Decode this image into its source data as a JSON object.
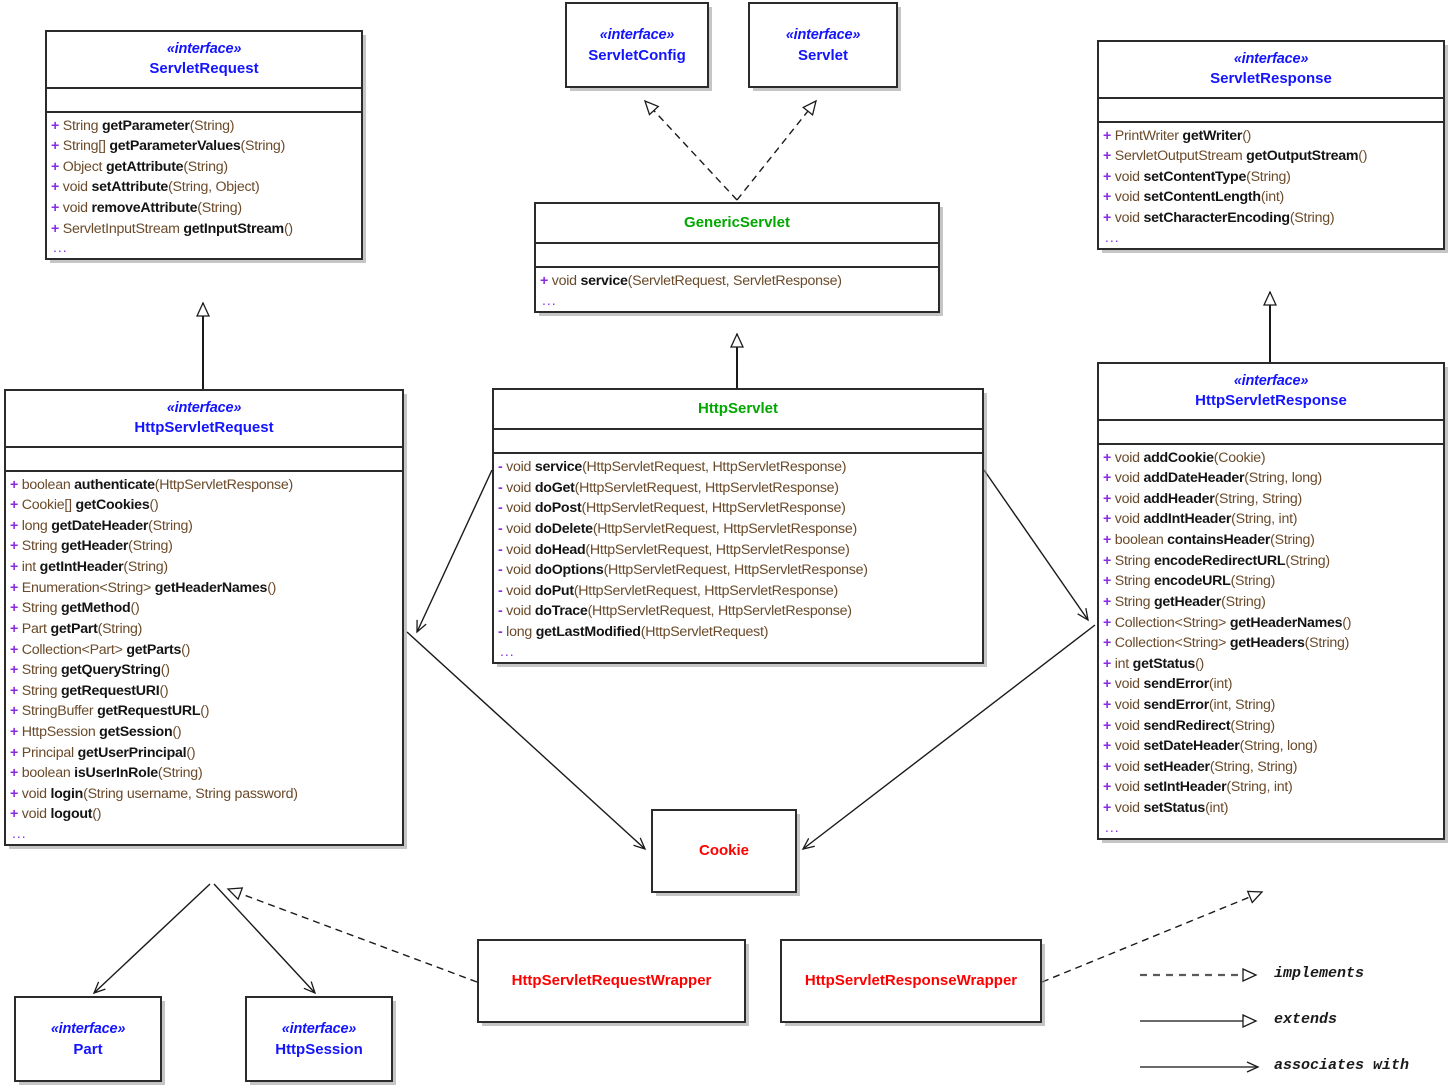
{
  "diagram": {
    "title": "Servlet API UML class diagram",
    "colors": {
      "interface_blue": "#1414ff",
      "class_green": "#00a800",
      "class_red": "#ff0000",
      "operation_text": "#6a4a2a",
      "member_name": "#141414",
      "visibility": "#8a2be2",
      "box_border": "#2b2b2b",
      "background": "#ffffff"
    },
    "stereotype": "«interface»",
    "ellipsis": "..."
  },
  "classes": {
    "servlet_request": {
      "stereotype": "«interface»",
      "name": "ServletRequest",
      "kind": "interface",
      "attributes": [],
      "operations": [
        {
          "vis": "+",
          "ret": "String",
          "name": "getParameter",
          "args": "(String)"
        },
        {
          "vis": "+",
          "ret": "String[]",
          "name": "getParameterValues",
          "args": "(String)"
        },
        {
          "vis": "+",
          "ret": "Object",
          "name": "getAttribute",
          "args": "(String)"
        },
        {
          "vis": "+",
          "ret": "void",
          "name": "setAttribute",
          "args": "(String, Object)"
        },
        {
          "vis": "+",
          "ret": "void",
          "name": "removeAttribute",
          "args": "(String)"
        },
        {
          "vis": "+",
          "ret": "ServletInputStream",
          "name": "getInputStream",
          "args": "()"
        }
      ]
    },
    "http_servlet_request": {
      "stereotype": "«interface»",
      "name": "HttpServletRequest",
      "kind": "interface",
      "attributes": [],
      "operations": [
        {
          "vis": "+",
          "ret": "boolean",
          "name": "authenticate",
          "args": "(HttpServletResponse)"
        },
        {
          "vis": "+",
          "ret": "Cookie[]",
          "name": "getCookies",
          "args": "()"
        },
        {
          "vis": "+",
          "ret": "long",
          "name": "getDateHeader",
          "args": "(String)"
        },
        {
          "vis": "+",
          "ret": "String",
          "name": "getHeader",
          "args": "(String)"
        },
        {
          "vis": "+",
          "ret": "int",
          "name": "getIntHeader",
          "args": "(String)"
        },
        {
          "vis": "+",
          "ret": "Enumeration<String>",
          "name": "getHeaderNames",
          "args": "()"
        },
        {
          "vis": "+",
          "ret": "String",
          "name": "getMethod",
          "args": "()"
        },
        {
          "vis": "+",
          "ret": "Part",
          "name": "getPart",
          "args": "(String)"
        },
        {
          "vis": "+",
          "ret": "Collection<Part>",
          "name": "getParts",
          "args": "()"
        },
        {
          "vis": "+",
          "ret": "String",
          "name": "getQueryString",
          "args": "()"
        },
        {
          "vis": "+",
          "ret": "String",
          "name": "getRequestURI",
          "args": "()"
        },
        {
          "vis": "+",
          "ret": "StringBuffer",
          "name": "getRequestURL",
          "args": "()"
        },
        {
          "vis": "+",
          "ret": "HttpSession",
          "name": "getSession",
          "args": "()"
        },
        {
          "vis": "+",
          "ret": "Principal",
          "name": "getUserPrincipal",
          "args": "()"
        },
        {
          "vis": "+",
          "ret": "boolean",
          "name": "isUserInRole",
          "args": "(String)"
        },
        {
          "vis": "+",
          "ret": "void",
          "name": "login",
          "args": "(String username, String password)"
        },
        {
          "vis": "+",
          "ret": "void",
          "name": "logout",
          "args": "()"
        }
      ]
    },
    "servlet_config": {
      "stereotype": "«interface»",
      "name": "ServletConfig",
      "kind": "interface"
    },
    "servlet": {
      "stereotype": "«interface»",
      "name": "Servlet",
      "kind": "interface"
    },
    "generic_servlet": {
      "stereotype": "",
      "name": "GenericServlet",
      "kind": "class-green",
      "attributes": [],
      "operations": [
        {
          "vis": "+",
          "ret": "void",
          "name": "service",
          "args": "(ServletRequest, ServletResponse)"
        }
      ]
    },
    "http_servlet": {
      "stereotype": "",
      "name": "HttpServlet",
      "kind": "class-green",
      "attributes": [],
      "operations": [
        {
          "vis": "-",
          "ret": "void",
          "name": "service",
          "args": "(HttpServletRequest, HttpServletResponse)"
        },
        {
          "vis": "-",
          "ret": "void",
          "name": "doGet",
          "args": "(HttpServletRequest, HttpServletResponse)"
        },
        {
          "vis": "-",
          "ret": "void",
          "name": "doPost",
          "args": "(HttpServletRequest, HttpServletResponse)"
        },
        {
          "vis": "-",
          "ret": "void",
          "name": "doDelete",
          "args": "(HttpServletRequest, HttpServletResponse)"
        },
        {
          "vis": "-",
          "ret": "void",
          "name": "doHead",
          "args": "(HttpServletRequest, HttpServletResponse)"
        },
        {
          "vis": "-",
          "ret": "void",
          "name": "doOptions",
          "args": "(HttpServletRequest, HttpServletResponse)"
        },
        {
          "vis": "-",
          "ret": "void",
          "name": "doPut",
          "args": "(HttpServletRequest, HttpServletResponse)"
        },
        {
          "vis": "-",
          "ret": "void",
          "name": "doTrace",
          "args": "(HttpServletRequest, HttpServletResponse)"
        },
        {
          "vis": "-",
          "ret": "long",
          "name": "getLastModified",
          "args": "(HttpServletRequest)"
        }
      ]
    },
    "servlet_response": {
      "stereotype": "«interface»",
      "name": "ServletResponse",
      "kind": "interface",
      "attributes": [],
      "operations": [
        {
          "vis": "+",
          "ret": "PrintWriter",
          "name": "getWriter",
          "args": "()"
        },
        {
          "vis": "+",
          "ret": "ServletOutputStream",
          "name": "getOutputStream",
          "args": "()"
        },
        {
          "vis": "+",
          "ret": "void",
          "name": "setContentType",
          "args": "(String)"
        },
        {
          "vis": "+",
          "ret": "void",
          "name": "setContentLength",
          "args": "(int)"
        },
        {
          "vis": "+",
          "ret": "void",
          "name": "setCharacterEncoding",
          "args": "(String)"
        }
      ]
    },
    "http_servlet_response": {
      "stereotype": "«interface»",
      "name": "HttpServletResponse",
      "kind": "interface",
      "attributes": [],
      "operations": [
        {
          "vis": "+",
          "ret": "void",
          "name": "addCookie",
          "args": "(Cookie)"
        },
        {
          "vis": "+",
          "ret": "void",
          "name": "addDateHeader",
          "args": "(String, long)"
        },
        {
          "vis": "+",
          "ret": "void",
          "name": "addHeader",
          "args": "(String, String)"
        },
        {
          "vis": "+",
          "ret": "void",
          "name": "addIntHeader",
          "args": "(String, int)"
        },
        {
          "vis": "+",
          "ret": "boolean",
          "name": "containsHeader",
          "args": "(String)"
        },
        {
          "vis": "+",
          "ret": "String",
          "name": "encodeRedirectURL",
          "args": "(String)"
        },
        {
          "vis": "+",
          "ret": "String",
          "name": "encodeURL",
          "args": "(String)"
        },
        {
          "vis": "+",
          "ret": "String",
          "name": "getHeader",
          "args": "(String)"
        },
        {
          "vis": "+",
          "ret": "Collection<String>",
          "name": "getHeaderNames",
          "args": "()"
        },
        {
          "vis": "+",
          "ret": "Collection<String>",
          "name": "getHeaders",
          "args": "(String)"
        },
        {
          "vis": "+",
          "ret": "int",
          "name": "getStatus",
          "args": "()"
        },
        {
          "vis": "+",
          "ret": "void",
          "name": "sendError",
          "args": "(int)"
        },
        {
          "vis": "+",
          "ret": "void",
          "name": "sendError",
          "args": "(int, String)"
        },
        {
          "vis": "+",
          "ret": "void",
          "name": "sendRedirect",
          "args": "(String)"
        },
        {
          "vis": "+",
          "ret": "void",
          "name": "setDateHeader",
          "args": "(String, long)"
        },
        {
          "vis": "+",
          "ret": "void",
          "name": "setHeader",
          "args": "(String, String)"
        },
        {
          "vis": "+",
          "ret": "void",
          "name": "setIntHeader",
          "args": "(String, int)"
        },
        {
          "vis": "+",
          "ret": "void",
          "name": "setStatus",
          "args": "(int)"
        }
      ]
    },
    "cookie": {
      "stereotype": "",
      "name": "Cookie",
      "kind": "class-red"
    },
    "http_servlet_request_wrapper": {
      "stereotype": "",
      "name": "HttpServletRequestWrapper",
      "kind": "class-red"
    },
    "http_servlet_response_wrapper": {
      "stereotype": "",
      "name": "HttpServletResponseWrapper",
      "kind": "class-red"
    },
    "part": {
      "stereotype": "«interface»",
      "name": "Part",
      "kind": "interface"
    },
    "http_session": {
      "stereotype": "«interface»",
      "name": "HttpSession",
      "kind": "interface"
    }
  },
  "legend": {
    "items": [
      {
        "label": "implements",
        "style": "dashed-hollow-triangle"
      },
      {
        "label": "extends",
        "style": "solid-hollow-triangle"
      },
      {
        "label": "associates with",
        "style": "solid-open-arrow"
      }
    ]
  },
  "relationships": [
    {
      "from": "GenericServlet",
      "to": "ServletConfig",
      "type": "implements"
    },
    {
      "from": "GenericServlet",
      "to": "Servlet",
      "type": "implements"
    },
    {
      "from": "HttpServlet",
      "to": "GenericServlet",
      "type": "extends"
    },
    {
      "from": "HttpServletRequest",
      "to": "ServletRequest",
      "type": "extends"
    },
    {
      "from": "HttpServletResponse",
      "to": "ServletResponse",
      "type": "extends"
    },
    {
      "from": "HttpServletRequestWrapper",
      "to": "HttpServletRequest",
      "type": "implements"
    },
    {
      "from": "HttpServletResponseWrapper",
      "to": "HttpServletResponse",
      "type": "implements"
    },
    {
      "from": "HttpServlet",
      "to": "HttpServletRequest",
      "type": "associates with"
    },
    {
      "from": "HttpServlet",
      "to": "HttpServletResponse",
      "type": "associates with"
    },
    {
      "from": "HttpServletRequest",
      "to": "Cookie",
      "type": "associates with"
    },
    {
      "from": "HttpServletResponse",
      "to": "Cookie",
      "type": "associates with"
    },
    {
      "from": "HttpServletRequest",
      "to": "Part",
      "type": "associates with"
    },
    {
      "from": "HttpServletRequest",
      "to": "HttpSession",
      "type": "associates with"
    }
  ]
}
